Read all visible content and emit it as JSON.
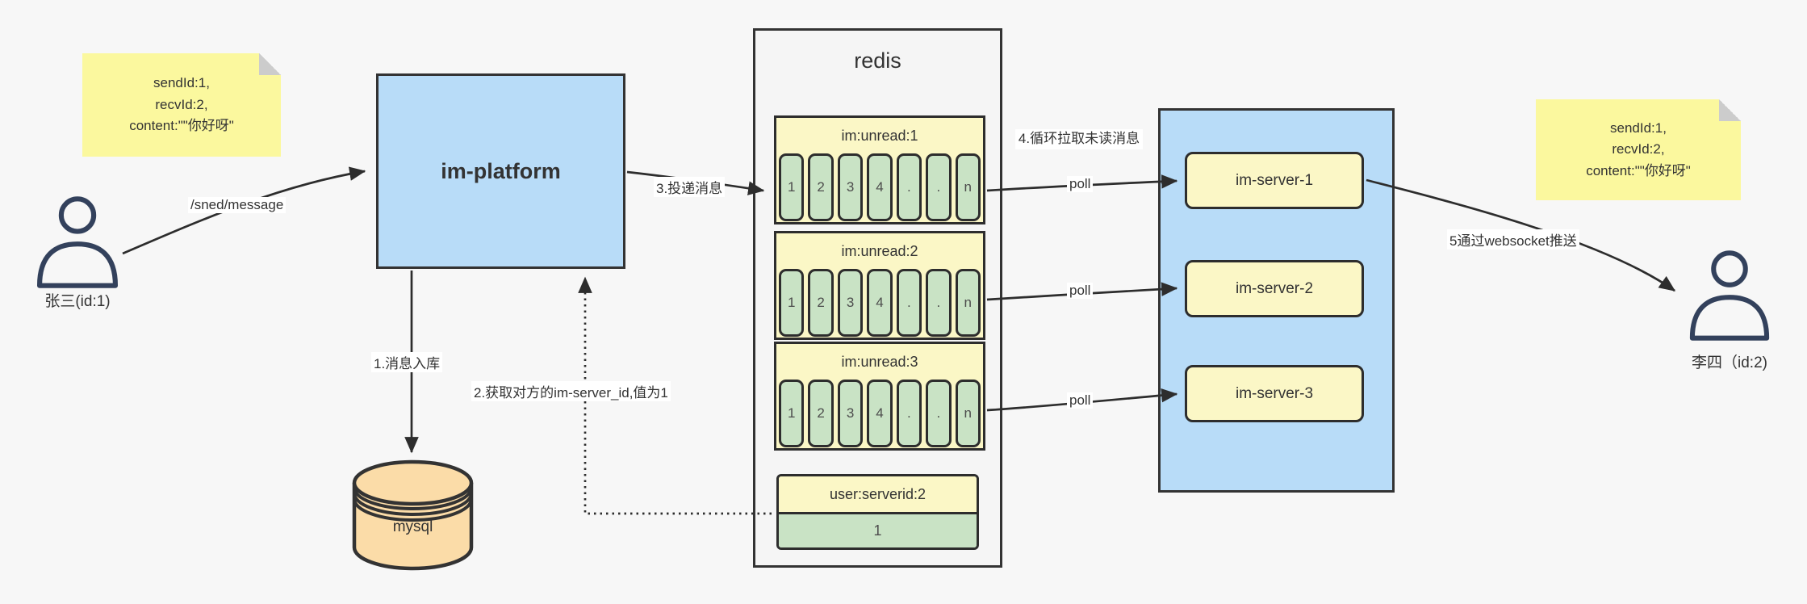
{
  "notes": {
    "left": {
      "lines": [
        "sendId:1,",
        "recvId:2,",
        "content:\"\"你好呀\""
      ]
    },
    "right": {
      "lines": [
        "sendId:1,",
        "recvId:2,",
        "content:\"\"你好呀\""
      ]
    }
  },
  "actors": {
    "sender": {
      "label": "张三(id:1)"
    },
    "receiver": {
      "label": "李四（id:2)"
    }
  },
  "nodes": {
    "platform": {
      "label": "im-platform"
    },
    "mysql": {
      "label": "mysql"
    },
    "redis": {
      "title": "redis",
      "queues": [
        {
          "name": "im:unread:1",
          "cells": [
            "1",
            "2",
            "3",
            "4",
            ".",
            ".",
            "n"
          ]
        },
        {
          "name": "im:unread:2",
          "cells": [
            "1",
            "2",
            "3",
            "4",
            ".",
            ".",
            "n"
          ]
        },
        {
          "name": "im:unread:3",
          "cells": [
            "1",
            "2",
            "3",
            "4",
            ".",
            ".",
            "n"
          ]
        }
      ],
      "kv": {
        "key": "user:serverid:2",
        "value": "1"
      }
    },
    "servers": [
      {
        "label": "im-server-1"
      },
      {
        "label": "im-server-2"
      },
      {
        "label": "im-server-3"
      }
    ]
  },
  "edges": {
    "send": "/sned/message",
    "store": "1.消息入库",
    "lookup": "2.获取对方的im-server_id,值为1",
    "deliver": "3.投递消息",
    "pull": "4.循环拉取未读消息",
    "poll_1": "poll",
    "poll_2": "poll",
    "poll_3": "poll",
    "push": "5通过websocket推送"
  },
  "colors": {
    "background": "#f7f7f7",
    "note_yellow": "#fbf89e",
    "panel_blue": "#b8dcf8",
    "header_yellow": "#fbf7c6",
    "cell_green": "#c9e3c5",
    "db_tan": "#fbdca8",
    "stroke": "#333333"
  }
}
